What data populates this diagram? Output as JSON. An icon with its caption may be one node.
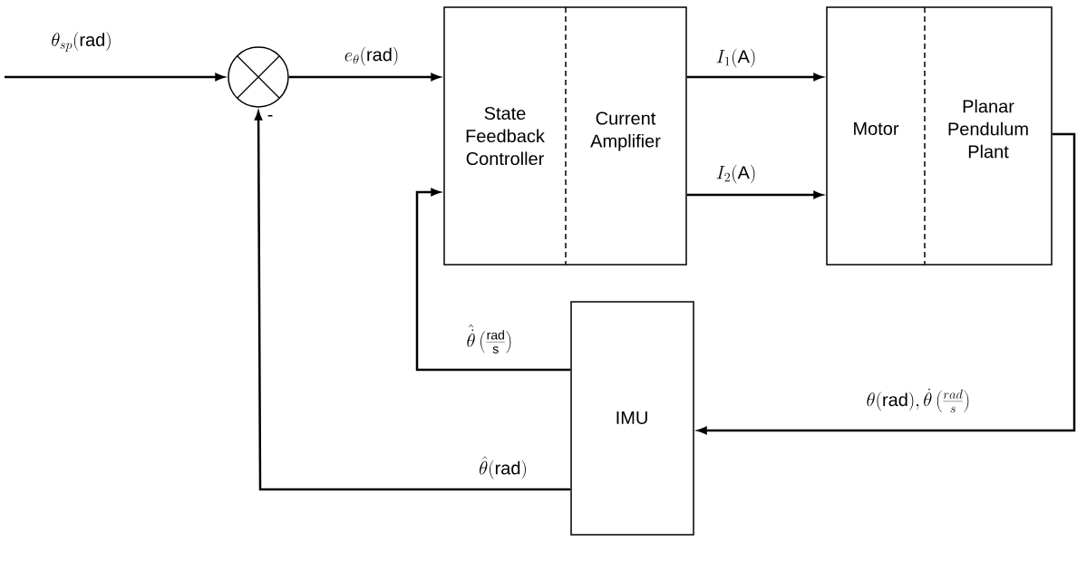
{
  "diagram": {
    "nodes": [
      {
        "text": [],
        "shape": "circle",
        "beside": [
          "-"
        ]
      },
      {
        "text": [
          "State Feedback Controller",
          "Current Amplifier"
        ]
      },
      {
        "text": [
          "Motor",
          "Planar Pendulum Plant"
        ]
      },
      {
        "text": [
          "IMU"
        ]
      }
    ],
    "edges": [
      {
        "from": null,
        "to": 0,
        "arrow": "to",
        "label": "\\theta_{sp}(\\mathrm{rad})"
      },
      {
        "from": 0,
        "to": 1,
        "arrow": "to",
        "label": "e_{\\theta}(\\mathrm{rad})"
      },
      {
        "from": 1,
        "to": 2,
        "arrow": "to",
        "label": "I_1(\\mathrm{A})"
      },
      {
        "from": 1,
        "to": 2,
        "arrow": "to",
        "label": "I_2(\\mathrm{A})"
      },
      {
        "from": 2,
        "to": 3,
        "arrow": "to",
        "label": "\\theta(\\mathrm{rad}),\\dot{\\theta}\\left(\\frac{rad}{s}\\right)"
      },
      {
        "from": 3,
        "to": 1,
        "arrow": "to",
        "label": "\\hat{\\dot{\\theta}}\\left(\\frac{\\mathrm{rad}}{\\mathrm{s}}\\right)"
      },
      {
        "from": 3,
        "to": 0,
        "arrow": "to",
        "label": "\\hat{\\theta}(\\mathrm{rad})"
      }
    ]
  }
}
